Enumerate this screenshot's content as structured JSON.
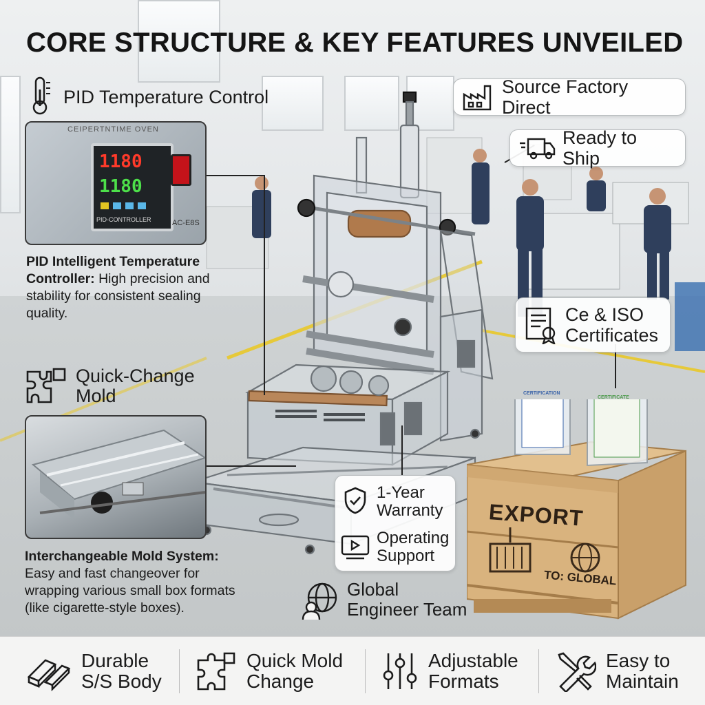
{
  "title": "CORE STRUCTURE & KEY FEATURES UNVEILED",
  "pid": {
    "heading": "PID Temperature Control",
    "panel_label": "CEIPERTNTIME OVEN",
    "display_top": "1180",
    "display_bottom": "1180",
    "controller_label": "PID-CONTROLLER",
    "model_label": "AC-E8S",
    "desc_bold": "PID Intelligent Temperature Controller:",
    "desc_text": " High precision and stability for consistent sealing quality."
  },
  "mold": {
    "heading_line1": "Quick-Change",
    "heading_line2": "Mold",
    "desc_bold": "Interchangeable Mold System:",
    "desc_text": "Easy and fast changeover for wrapping various small box formats (like  cigarette-style boxes)."
  },
  "callouts": {
    "factory": "Source Factory Direct",
    "ship": "Ready to Ship",
    "cert_line1": "Ce & ISO",
    "cert_line2": "Certificates",
    "warranty_line1": "1-Year",
    "warranty_line2": "Warranty",
    "support_line1": "Operating",
    "support_line2": "Support",
    "engineer_line1": "Global",
    "engineer_line2": "Engineer Team"
  },
  "crate": {
    "export": "EXPORT",
    "to": "TO: GLOBAL",
    "cert_left_title": "CERTIFICATION",
    "cert_right_title": "CERTIFICATE"
  },
  "features": [
    {
      "line1": "Durable",
      "line2": "S/S Body",
      "icon": "beam-icon"
    },
    {
      "line1": "Quick Mold",
      "line2": "Change",
      "icon": "puzzle-icon"
    },
    {
      "line1": "Adjustable",
      "line2": "Formats",
      "icon": "sliders-icon"
    },
    {
      "line1": "Easy to",
      "line2": "Maintain",
      "icon": "wrench-screwdriver-icon"
    }
  ]
}
